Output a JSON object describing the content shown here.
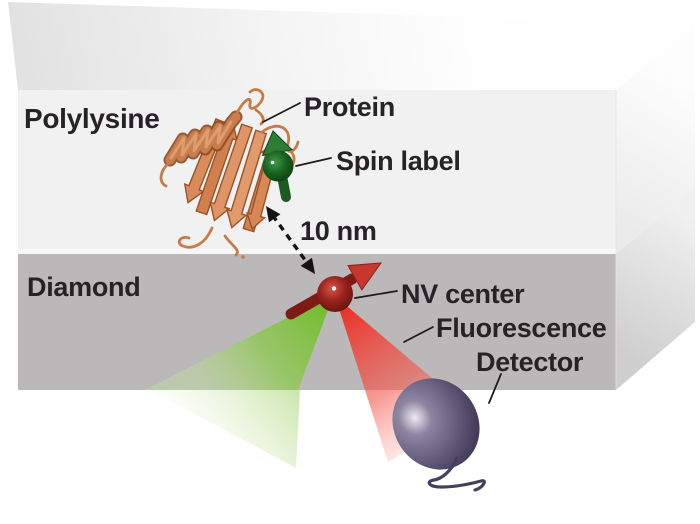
{
  "figure": {
    "description": "Illustration of NV-center magnetometry: a spin-labeled protein on a polylysine layer sits 10 nm above an NV center in diamond; green laser excitation and red fluorescence collected by a detector",
    "labels": {
      "top_layer": "Polylysine",
      "bottom_layer": "Diamond",
      "protein": "Protein",
      "spin_label": "Spin label",
      "distance": "10 nm",
      "nv_center": "NV center",
      "fluorescence": "Fluorescence",
      "detector": "Detector"
    },
    "colors": {
      "polylysine_face": "#f2f1f1",
      "diamond_face": "#bab8b8",
      "protein_ribbon": "#dd9264",
      "spin_label_green": "#1d6a26",
      "nv_center_red": "#8c1d18",
      "laser_green": "#7cc42c",
      "fluorescence_red": "#ee281c",
      "detector_body": "#5f5877",
      "label_text": "#262326"
    }
  }
}
